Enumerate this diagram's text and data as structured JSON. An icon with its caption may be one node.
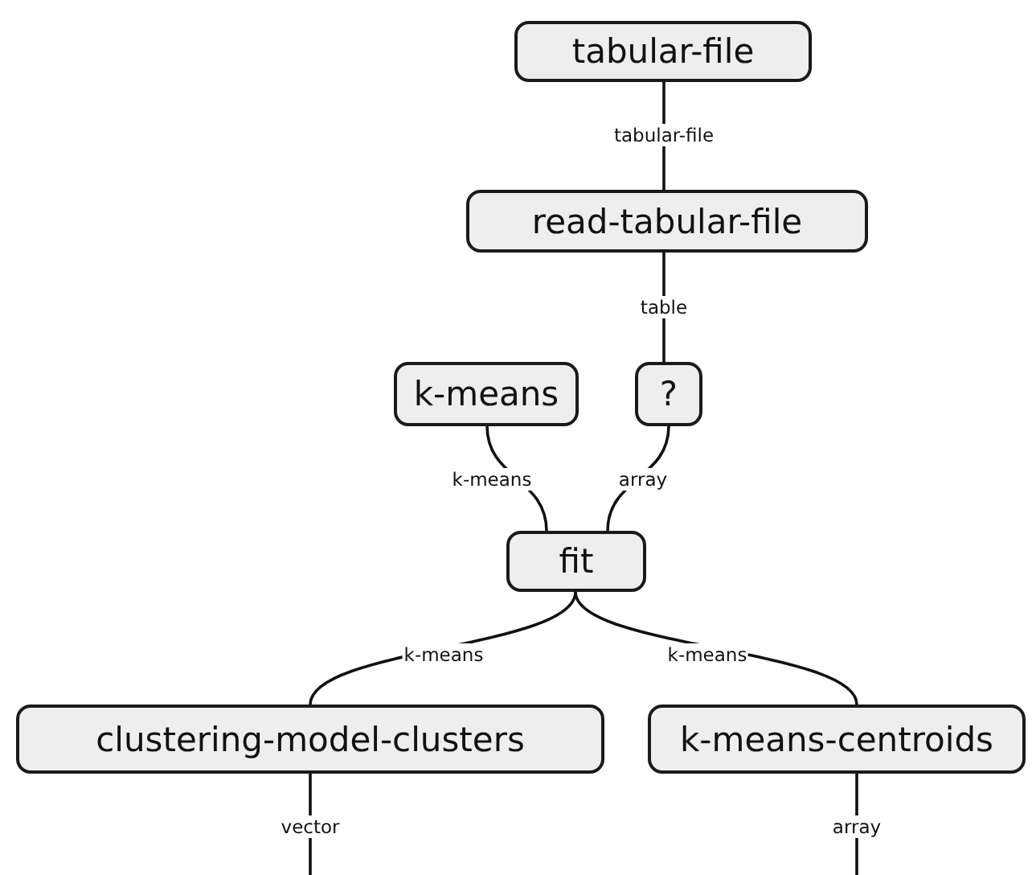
{
  "diagram": {
    "nodes": [
      {
        "text": [
          "tabular-file"
        ]
      },
      {
        "text": [
          "read-tabular-file"
        ]
      },
      {
        "text": [
          "k-means"
        ]
      },
      {
        "text": [
          "?"
        ]
      },
      {
        "text": [
          "fit"
        ]
      },
      {
        "text": [
          "clustering-model-clusters"
        ]
      },
      {
        "text": [
          "k-means-centroids"
        ]
      }
    ],
    "edges": [
      {
        "from": 0,
        "to": 1,
        "arrow": "none",
        "label": "tabular-file"
      },
      {
        "from": 1,
        "to": 3,
        "arrow": "none",
        "label": "table"
      },
      {
        "from": 2,
        "to": 4,
        "arrow": "none",
        "label": "k-means"
      },
      {
        "from": 3,
        "to": 4,
        "arrow": "none",
        "label": "array"
      },
      {
        "from": 4,
        "to": 5,
        "arrow": "none",
        "label": "k-means"
      },
      {
        "from": 4,
        "to": 6,
        "arrow": "none",
        "label": "k-means"
      },
      {
        "from": 5,
        "to": null,
        "arrow": "none",
        "label": "vector"
      },
      {
        "from": 6,
        "to": null,
        "arrow": "none",
        "label": "array"
      }
    ]
  }
}
